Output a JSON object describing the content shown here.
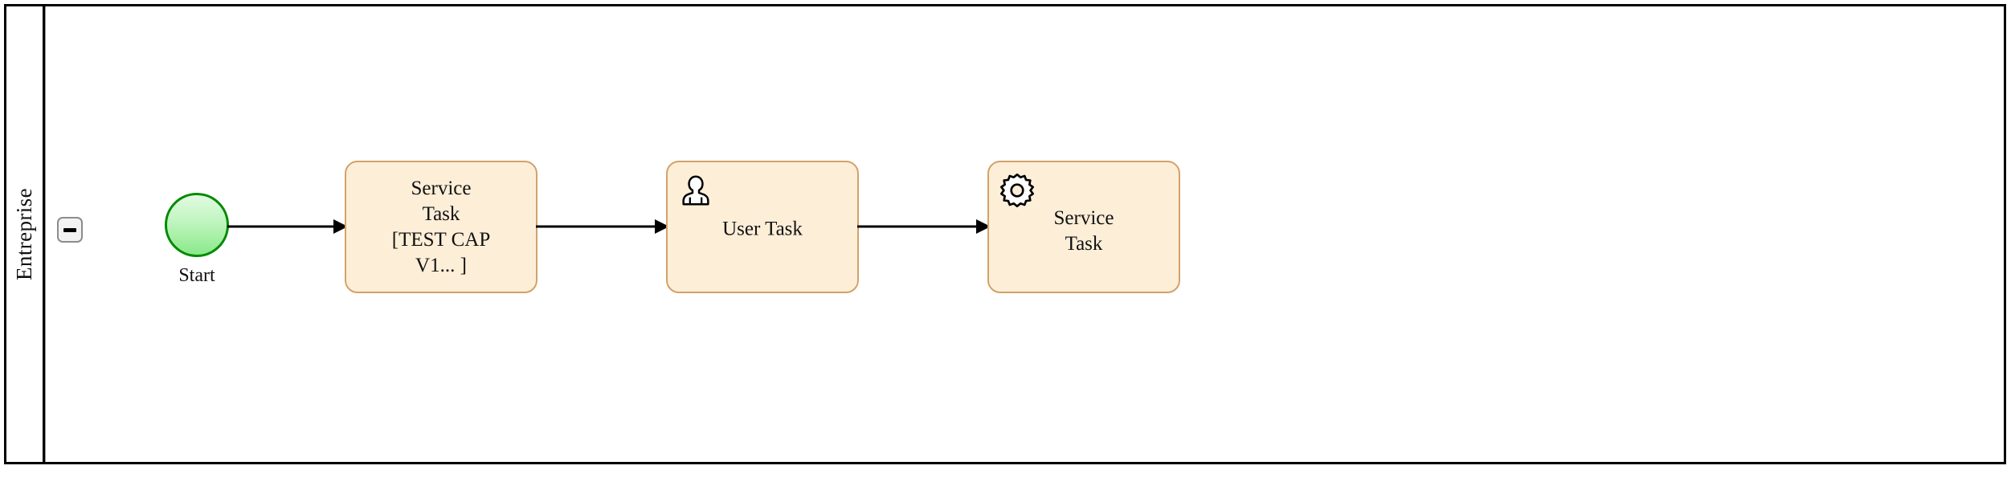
{
  "diagram": {
    "type": "bpmn-process",
    "notation": "BPMN 2.0"
  },
  "pool": {
    "lane": {
      "name": "Entreprise",
      "toggle": {
        "name": "collapse-lane-button",
        "state": "expanded",
        "glyph": "minus"
      }
    }
  },
  "nodes": [
    {
      "id": "start",
      "kind": "start-event",
      "label": "Start",
      "icon": null,
      "fill": "#bff5bf",
      "stroke": "#008a00"
    },
    {
      "id": "task-1",
      "kind": "service-task",
      "label": "Service\nTask\n[TEST CAP\nV1... ]",
      "icon": null,
      "fill": "#fdeed8",
      "stroke": "#d3a26a"
    },
    {
      "id": "task-2",
      "kind": "user-task",
      "label": "User Task",
      "icon": "user-icon",
      "fill": "#fdeed8",
      "stroke": "#d3a26a"
    },
    {
      "id": "task-3",
      "kind": "service-task",
      "label": "Service\nTask",
      "icon": "gear-icon",
      "fill": "#fdeed8",
      "stroke": "#d3a26a"
    }
  ],
  "flows": [
    {
      "id": "flow-1",
      "from": "start",
      "to": "task-1",
      "label": ""
    },
    {
      "id": "flow-2",
      "from": "task-1",
      "to": "task-2",
      "label": ""
    },
    {
      "id": "flow-3",
      "from": "task-2",
      "to": "task-3",
      "label": ""
    }
  ],
  "colors": {
    "pool_border": "#000000",
    "lane_divider": "#9a9a9a",
    "task_fill": "#fdeed8",
    "task_border": "#d3a26a",
    "start_fill": "#bff5bf",
    "start_border": "#008a00",
    "flow_stroke": "#000000",
    "canvas": "#ffffff"
  }
}
